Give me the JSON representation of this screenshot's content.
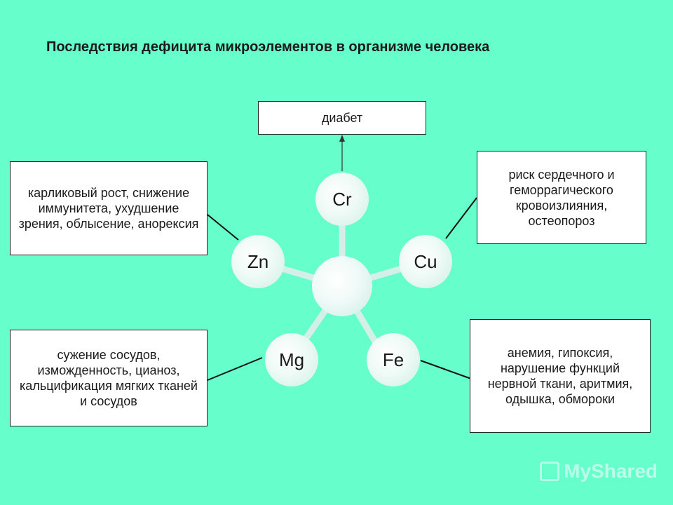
{
  "title": "Последствия дефицита микроэлементов в организме человека",
  "elements": {
    "cr": "Cr",
    "cu": "Cu",
    "fe": "Fe",
    "mg": "Mg",
    "zn": "Zn"
  },
  "effects": {
    "cr": "диабет",
    "cu": "риск сердечного и геморрагического кровоизлияния, остеопороз",
    "fe": "анемия, гипоксия, нарушение функций нервной ткани, аритмия, одышка, обмороки",
    "mg": "сужение сосудов, изможденность, цианоз, кальцификация мягких тканей и сосудов",
    "zn": "карликовый рост, снижение иммунитета, ухудшение зрения, облысение, анорексия"
  },
  "watermark": "MyShared",
  "colors": {
    "background": "#66ffcc",
    "spoke": "#c8ece2"
  }
}
